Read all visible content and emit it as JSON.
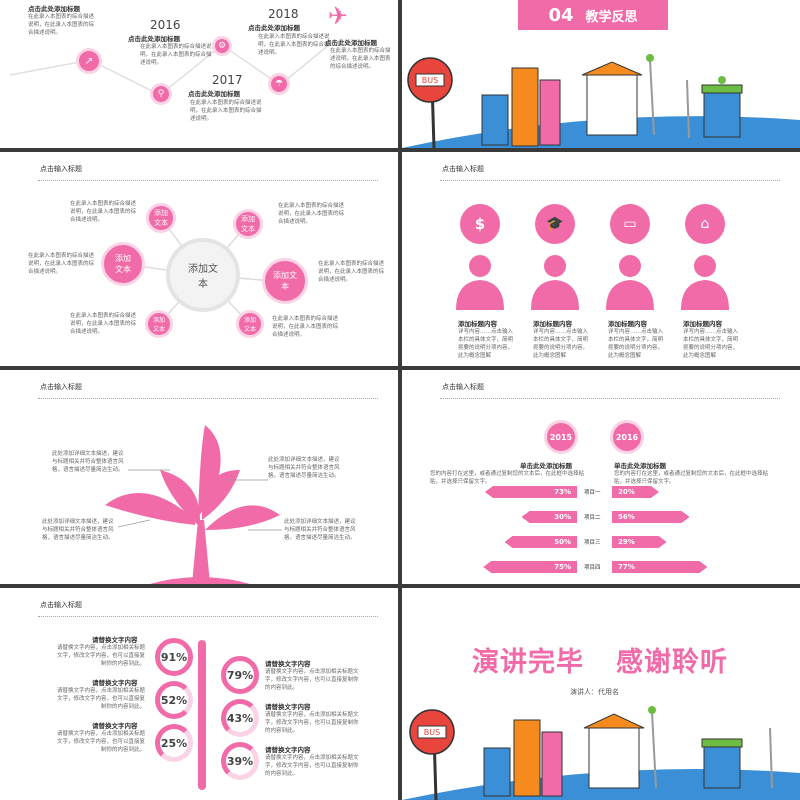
{
  "colors": {
    "accent": "#f06ba8",
    "blue": "#3a8fd6"
  },
  "slide1": {
    "items": [
      {
        "title": "点击此处添加标题",
        "desc": "在此录入本图表的综合描述说明，在此录入本图表的综合描述说明。"
      },
      {
        "year": "2016",
        "title": "点击此处添加标题",
        "desc": "在此录入本图表的综合描述说明，在此录入本图表的综合描述说明。"
      },
      {
        "year": "2017",
        "title": "点击此处添加标题",
        "desc": "在此录入本图表的综合描述说明，在此录入本图表的综合描述说明。"
      },
      {
        "year": "2018",
        "title": "点击此处添加标题",
        "desc": "在此录入本图表的综合描述说明，在此录入本图表的综合描述说明。"
      },
      {
        "title": "点击此处添加标题",
        "desc": "在此录入本图表的综合描述说明，在此录入本图表的综合描述说明。"
      }
    ]
  },
  "slide2": {
    "num": "04",
    "title": "教学反思",
    "bus": "BUS"
  },
  "slide3": {
    "heading": "点击输入标题",
    "center": "添加文本",
    "nodes": [
      "添加文本",
      "添加文本",
      "添加文本",
      "添加文本",
      "添加文本",
      "添加文本"
    ],
    "desc": "在此录入本图表的综合描述说明，在此录入本图表的综合描述说明。"
  },
  "slide4": {
    "heading": "点击输入标题",
    "cards": [
      {
        "title": "添加标题内容",
        "desc": "详写内容……点击输入本栏的具体文字，简明扼要的说明分项内容，此为概念图解"
      },
      {
        "title": "添加标题内容",
        "desc": "详写内容……点击输入本栏的具体文字，简明扼要的说明分项内容，此为概念图解"
      },
      {
        "title": "添加标题内容",
        "desc": "详写内容……点击输入本栏的具体文字，简明扼要的说明分项内容，此为概念图解"
      },
      {
        "title": "添加标题内容",
        "desc": "详写内容……点击输入本栏的具体文字，简明扼要的说明分项内容，此为概念图解"
      }
    ]
  },
  "slide5": {
    "heading": "点击输入标题",
    "texts": [
      "此处添加详细文本描述，建议与标题相关并符合整体语言风格，语言描述尽量简洁生动。",
      "此处添加详细文本描述，建议与标题相关并符合整体语言风格，语言描述尽量简洁生动。",
      "此处添加详细文本描述，建议与标题相关并符合整体语言风格，语言描述尽量简洁生动。",
      "此处添加详细文本描述，建议与标题相关并符合整体语言风格，语言描述尽量简洁生动。"
    ]
  },
  "slide6": {
    "heading": "点击输入标题",
    "years": [
      "2015",
      "2016"
    ],
    "col_title": "单击此处添加标题",
    "col_desc": "您的内容打在这里，或者通过复制您的文本后，在此框中选择粘贴，并选择只保留文字。",
    "rows": [
      {
        "label": "项目一",
        "left": "73%",
        "right": "20%",
        "left_v": 73,
        "right_v": 20
      },
      {
        "label": "项目二",
        "left": "30%",
        "right": "56%",
        "left_v": 30,
        "right_v": 56
      },
      {
        "label": "项目三",
        "left": "50%",
        "right": "29%",
        "left_v": 50,
        "right_v": 29
      },
      {
        "label": "项目四",
        "left": "75%",
        "right": "77%",
        "left_v": 75,
        "right_v": 77
      }
    ]
  },
  "slide7": {
    "heading": "点击输入标题",
    "item_title": "请替换文字内容",
    "item_desc": "请替换文字内容，点击添加相关标题文字，修改文字内容，也可以直接复制你的内容到此。",
    "left": [
      {
        "pct": "91%",
        "v": 91
      },
      {
        "pct": "52%",
        "v": 52
      },
      {
        "pct": "25%",
        "v": 25
      }
    ],
    "right": [
      {
        "pct": "79%",
        "v": 79
      },
      {
        "pct": "43%",
        "v": 43
      },
      {
        "pct": "39%",
        "v": 39
      }
    ]
  },
  "slide8": {
    "title_a": "演讲完毕",
    "title_b": "感谢聆听",
    "presenter": "演讲人：代用名",
    "bus": "BUS"
  }
}
